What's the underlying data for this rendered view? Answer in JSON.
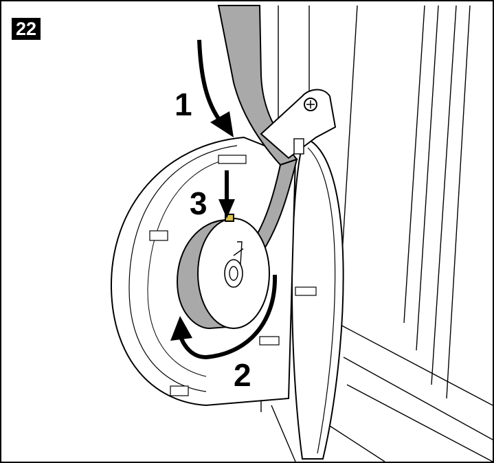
{
  "step": {
    "number": "22"
  },
  "callouts": {
    "one": "1",
    "two": "2",
    "three": "3"
  },
  "colors": {
    "strap": "#a9a9a9",
    "outline": "#000000",
    "marker": "#d9c24a",
    "paper": "#ffffff"
  }
}
